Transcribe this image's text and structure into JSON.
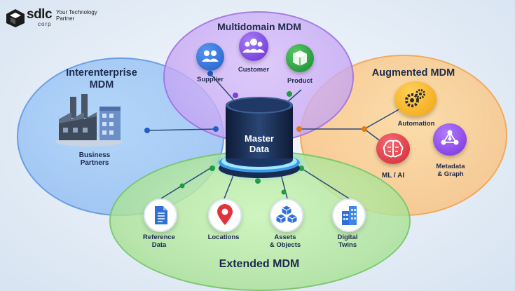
{
  "logo": {
    "name": "sdlc",
    "sub": "corp",
    "tagline": "Your Technology Partner"
  },
  "center": {
    "label_line1": "Master",
    "label_line2": "Data"
  },
  "multidomain": {
    "title": "Multidomain MDM",
    "items": [
      {
        "label": "Supplier",
        "icon": "supplier-icon",
        "color": "#2f6fd6"
      },
      {
        "label": "Customer",
        "icon": "customer-icon",
        "color": "#7b3fe0"
      },
      {
        "label": "Product",
        "icon": "product-icon",
        "color": "#1f9a3c"
      }
    ]
  },
  "interenterprise": {
    "title_line1": "Interenterprise",
    "title_line2": "MDM",
    "item": {
      "label_line1": "Business",
      "label_line2": "Partners",
      "icon": "factory-icon"
    }
  },
  "augmented": {
    "title": "Augmented MDM",
    "items": [
      {
        "label": "Automation",
        "icon": "gears-icon",
        "color": "#f2a20e"
      },
      {
        "label": "ML / AI",
        "icon": "brain-icon",
        "color": "#e03a44"
      },
      {
        "label_line1": "Metadata",
        "label_line2": "& Graph",
        "icon": "graph-icon",
        "color": "#8a3fe0"
      }
    ]
  },
  "extended": {
    "title": "Extended MDM",
    "items": [
      {
        "label_line1": "Reference",
        "label_line2": "Data",
        "icon": "document-icon"
      },
      {
        "label_line1": "Locations",
        "label_line2": "",
        "icon": "location-pin-icon"
      },
      {
        "label_line1": "Assets",
        "label_line2": "& Objects",
        "icon": "cubes-icon"
      },
      {
        "label_line1": "Digital",
        "label_line2": "Twins",
        "icon": "buildings-icon"
      }
    ]
  }
}
